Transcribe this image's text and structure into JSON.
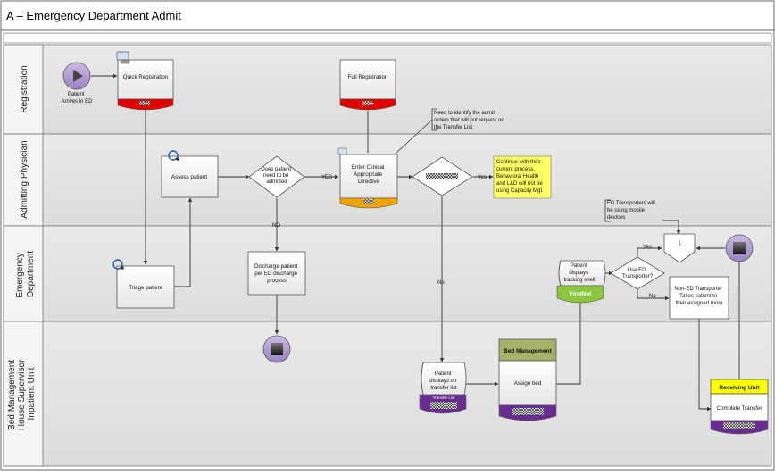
{
  "title": "A – Emergency Department Admit",
  "lanes": [
    {
      "id": "registration",
      "label": [
        "Registration"
      ]
    },
    {
      "id": "admitting",
      "label": [
        "Admitting Physician"
      ]
    },
    {
      "id": "ed",
      "label": [
        "Emergency",
        "Department"
      ]
    },
    {
      "id": "bed",
      "label": [
        "Bed Management",
        "House Supervisor",
        "Inpatient Unit"
      ]
    }
  ],
  "nodes": {
    "start": {
      "label": [
        "Patient",
        "Arrives in ED"
      ]
    },
    "quick_reg": {
      "label": [
        "Quick Registration"
      ]
    },
    "full_reg": {
      "label": [
        "Full Registration"
      ]
    },
    "note_admit": {
      "label": [
        "Need to identify the admit",
        "orders that will put request on",
        "the Transfer List"
      ]
    },
    "assess": {
      "label": [
        "Assess patient"
      ]
    },
    "decision_admit": {
      "label": [
        "Does patient",
        "need to be",
        "admitted"
      ]
    },
    "enter_directive": {
      "label": [
        "Enter Clinical",
        "Appropriate",
        "Directive"
      ]
    },
    "continue_note": {
      "label": [
        "Continue with their",
        "current process.",
        "Behavioral Health",
        "and L&D will not be",
        "using Capacity Mgt."
      ]
    },
    "transporter_note": {
      "label": [
        "ED Transporters will",
        "be using mobile",
        "devices"
      ]
    },
    "triage": {
      "label": [
        "Triage patient"
      ]
    },
    "discharge": {
      "label": [
        "Discharge patient",
        "per ED discharge",
        "process"
      ]
    },
    "tracking": {
      "label": [
        "Patient",
        "displays",
        "tracking shell"
      ],
      "system": "FirstNet"
    },
    "decision_transporter": {
      "label": [
        "Use ED",
        "Transporter?"
      ]
    },
    "offpage": {
      "label": [
        "1"
      ]
    },
    "non_ed": {
      "label": [
        "Non-ED Transporter",
        "Takes patient to",
        "their assigned room"
      ]
    },
    "transfer_list": {
      "label": [
        "Patient",
        "displays on",
        "transfer list"
      ],
      "system": "Transfer List"
    },
    "bed_mgmt": {
      "header": "Bed Management",
      "label": [
        "Assign bed"
      ]
    },
    "receiving": {
      "header": "Receiving Unit",
      "label": [
        "Complete Transfer"
      ]
    }
  },
  "edge_labels": {
    "yes": "YES",
    "no": "NO",
    "yes2": "Yes",
    "no2": "No",
    "yes3": "Yes",
    "no3": "No"
  },
  "colors": {
    "red_band": "#e30000",
    "orange_band": "#f0a400",
    "green_band": "#8cc63f",
    "purple_band": "#6a2c91",
    "yellow_note": "#ffff66",
    "olive_header": "#a5b26a",
    "yellow_header": "#ffff00",
    "circle_fill": "#b9a3d6"
  }
}
